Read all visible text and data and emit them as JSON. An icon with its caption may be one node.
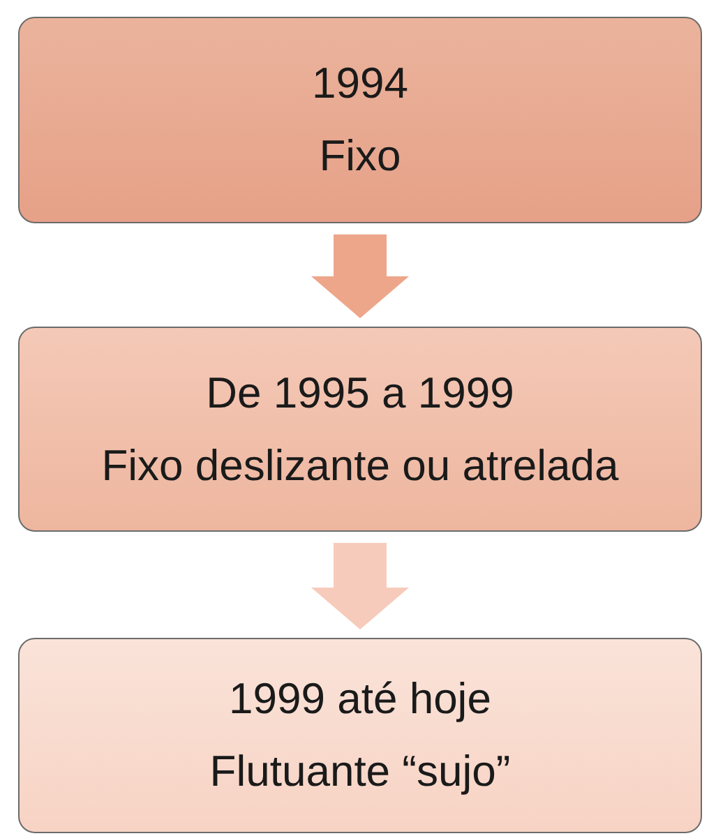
{
  "diagram": {
    "nodes": [
      {
        "text": [
          "1994",
          "Fixo"
        ]
      },
      {
        "text": [
          "De 1995 a 1999",
          "Fixo deslizante ou atrelada"
        ]
      },
      {
        "text": [
          "1999 até hoje",
          "Flutuante “sujo”"
        ]
      }
    ],
    "edges": [
      {
        "from": 0,
        "to": 1,
        "arrow": "to",
        "color": "#eda68a"
      },
      {
        "from": 1,
        "to": 2,
        "arrow": "to",
        "color": "#f6cbbb"
      }
    ]
  }
}
